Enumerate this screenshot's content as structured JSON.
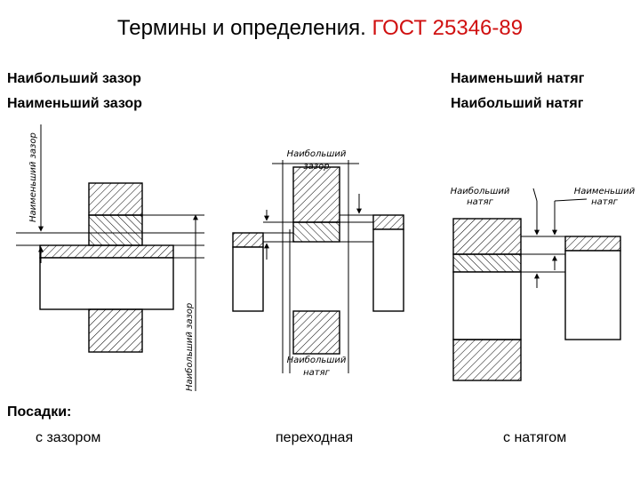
{
  "title": {
    "main": "Термины и определения. ",
    "accent": "ГОСТ 25346-89"
  },
  "labels": {
    "max_clearance": "Наибольший зазор",
    "min_clearance": "Наименьший зазор",
    "min_interference": "Наименьший натяг",
    "max_interference": "Наибольший натяг"
  },
  "diagram": {
    "clearance_min": "Наименьший зазор",
    "clearance_max": "Наибольший зазор",
    "transition_top_1": "Наибольший",
    "transition_top_2": "зазор",
    "transition_bottom_1": "Наибольший",
    "transition_bottom_2": "натяг",
    "interference_left_1": "Наибольший",
    "interference_left_2": "натяг",
    "interference_right_1": "Наименьший",
    "interference_right_2": "натяг"
  },
  "fits": {
    "heading": "Посадки:",
    "clearance": "с зазором",
    "transition": "переходная",
    "interference": "с натягом"
  },
  "colors": {
    "accent": "#d01010",
    "line": "#000000"
  }
}
